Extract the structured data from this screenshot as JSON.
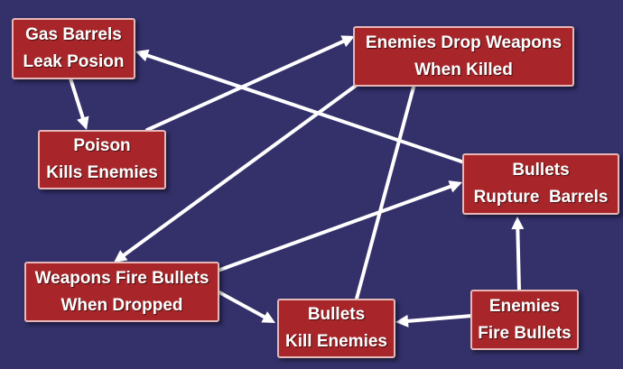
{
  "diagram": {
    "nodes": {
      "gas_barrels": {
        "line1": "Gas Barrels",
        "line2": "Leak Posion"
      },
      "enemies_drop": {
        "line1": "Enemies Drop Weapons",
        "line2": "When Killed"
      },
      "poison": {
        "line1": "Poison",
        "line2": "Kills Enemies"
      },
      "bullets_rupture": {
        "line1": "Bullets",
        "line2": "Rupture  Barrels"
      },
      "weapons_fire": {
        "line1": "Weapons Fire Bullets",
        "line2": "When Dropped"
      },
      "bullets_kill": {
        "line1": "Bullets",
        "line2": "Kill Enemies"
      },
      "enemies_fire": {
        "line1": "Enemies",
        "line2": "Fire Bullets"
      }
    },
    "edges": [
      {
        "from": "gas_barrels",
        "to": "poison"
      },
      {
        "from": "poison",
        "to": "enemies_drop"
      },
      {
        "from": "bullets_rupture",
        "to": "gas_barrels"
      },
      {
        "from": "enemies_drop",
        "to": "weapons_fire"
      },
      {
        "from": "weapons_fire",
        "to": "bullets_rupture"
      },
      {
        "from": "weapons_fire",
        "to": "bullets_kill"
      },
      {
        "from": "bullets_kill",
        "to": "enemies_drop"
      },
      {
        "from": "enemies_fire",
        "to": "bullets_kill"
      },
      {
        "from": "enemies_fire",
        "to": "bullets_rupture"
      }
    ],
    "colors": {
      "background": "#33306a",
      "node_fill": "#a8262a",
      "node_border": "#e6b8b8",
      "arrow": "#ffffff"
    }
  }
}
